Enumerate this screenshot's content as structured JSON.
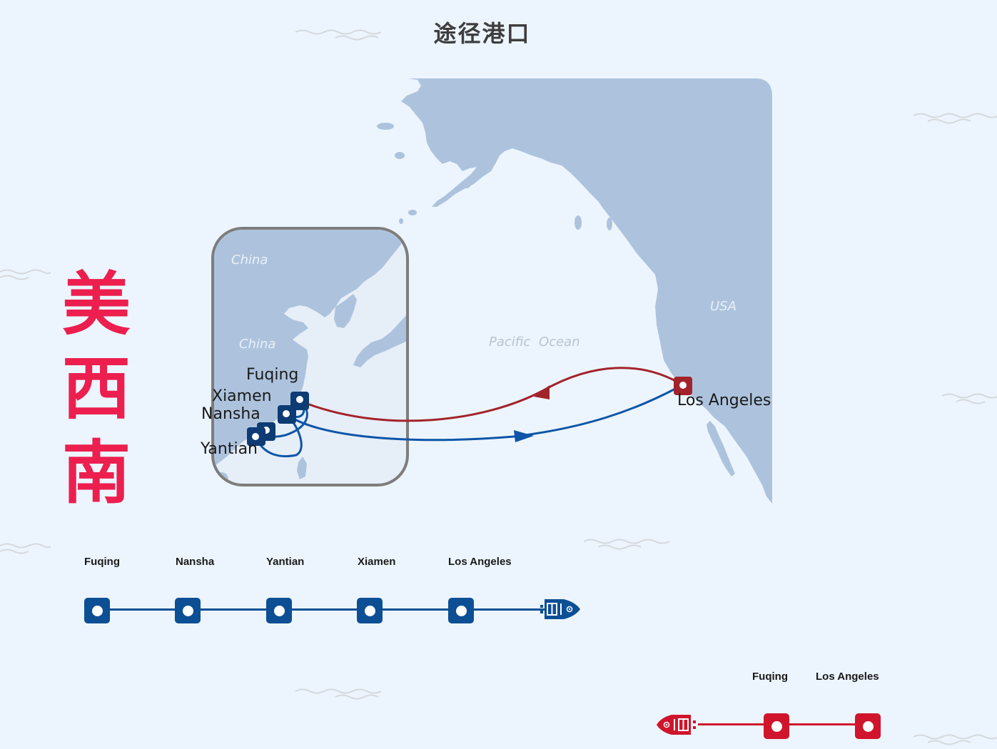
{
  "title": "途径港口",
  "route_name": {
    "chars": [
      "美",
      "西",
      "南"
    ],
    "color": "#ec1f4f"
  },
  "map": {
    "land_color": "#adc3dd",
    "inset_color": "#e6eef8",
    "inset_border_color": "#7d7d7d",
    "labels": {
      "china_top": "China",
      "china_mid": "China",
      "usa": "USA",
      "ocean": "Pacific  Ocean"
    },
    "ports": {
      "fuqing": "Fuqing",
      "xiamen": "Xiamen",
      "nansha": "Nansha",
      "yantian": "Yantian",
      "los_angeles": "Los Angeles"
    },
    "routes": {
      "outbound_color": "#0d55a8",
      "return_color": "#a3232b"
    }
  },
  "outbound_timeline": {
    "color": "#0d4f94",
    "stops": [
      "Fuqing",
      "Nansha",
      "Yantian",
      "Xiamen",
      "Los Angeles"
    ],
    "ship_icon": "ship-icon"
  },
  "return_timeline": {
    "color": "#d0142c",
    "stops": [
      "Fuqing",
      "Los Angeles"
    ],
    "ship_icon": "ship-icon"
  }
}
